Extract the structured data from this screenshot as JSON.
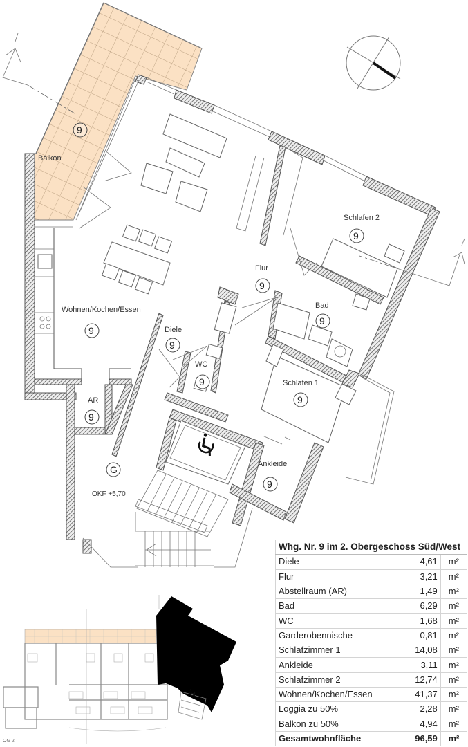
{
  "rooms": {
    "balkon": {
      "label": "Balkon",
      "num": "9"
    },
    "wohnen": {
      "label": "Wohnen/Kochen/Essen",
      "num": "9"
    },
    "schlafen2": {
      "label": "Schlafen 2",
      "num": "9"
    },
    "flur": {
      "label": "Flur",
      "num": "9"
    },
    "bad": {
      "label": "Bad",
      "num": "9"
    },
    "diele": {
      "label": "Diele",
      "num": "9"
    },
    "wc": {
      "label": "WC",
      "num": "9"
    },
    "schlafen1": {
      "label": "Schlafen 1",
      "num": "9"
    },
    "ar": {
      "label": "AR",
      "num": "9"
    },
    "g": {
      "num": "G",
      "okf": "OKF +5,70"
    },
    "ankleide": {
      "label": "Ankleide",
      "num": "9"
    }
  },
  "icons": {
    "compass": "compass-north-icon",
    "wheelchair": "wheelchair-icon",
    "section_marker": "section-arrow-icon"
  },
  "colors": {
    "balcony_fill": "#fbe1c4",
    "wall_hatch": "#555555",
    "table_border": "#d4d4d4"
  },
  "area_table": {
    "title": "Whg. Nr. 9 im  2. Obergeschoss Süd/West",
    "unit": "m²",
    "rows": [
      {
        "name": "Diele",
        "value": "4,61"
      },
      {
        "name": "Flur",
        "value": "3,21"
      },
      {
        "name": "Abstellraum (AR)",
        "value": "1,49"
      },
      {
        "name": "Bad",
        "value": "6,29"
      },
      {
        "name": "WC",
        "value": "1,68"
      },
      {
        "name": "Garderobennische",
        "value": "0,81"
      },
      {
        "name": "Schlafzimmer 1",
        "value": "14,08"
      },
      {
        "name": "Ankleide",
        "value": "3,11"
      },
      {
        "name": "Schlafzimmer 2",
        "value": "12,74"
      },
      {
        "name": "Wohnen/Kochen/Essen",
        "value": "41,37"
      },
      {
        "name": "Loggia zu 50%",
        "value": "2,28"
      },
      {
        "name": "Balkon zu 50%",
        "value": "4,94"
      }
    ],
    "total": {
      "name": "Gesamtwohnfläche",
      "value": "96,59"
    }
  },
  "overview": {
    "floor_label": "OG 2"
  }
}
